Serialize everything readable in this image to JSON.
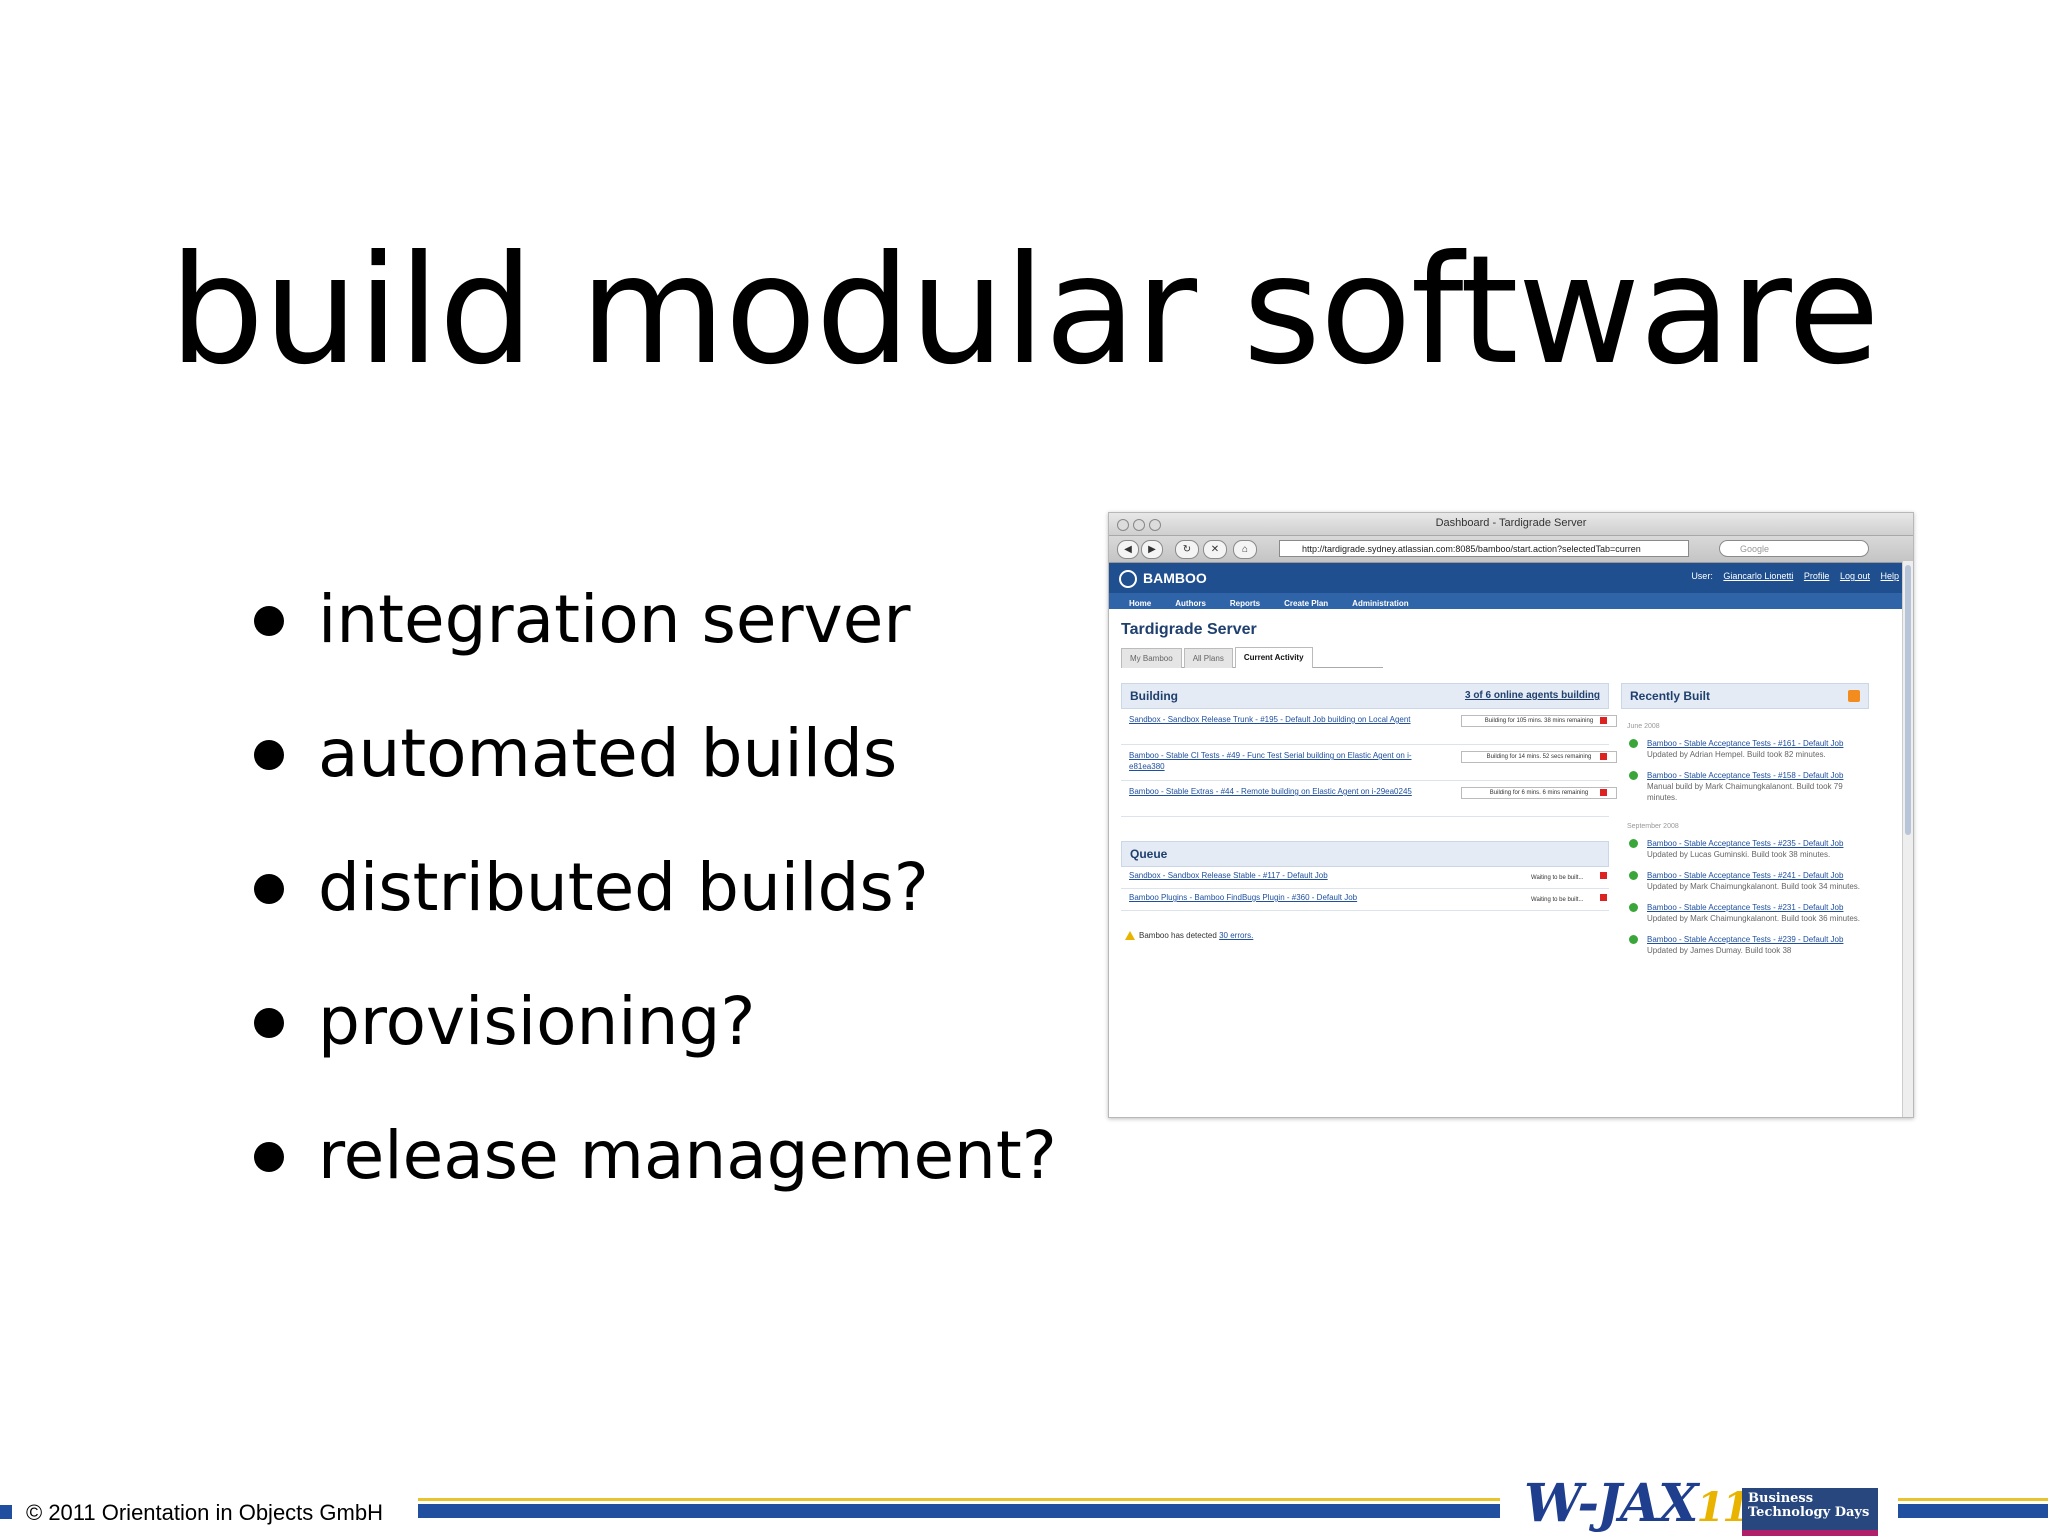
{
  "slide": {
    "title": "build modular software",
    "bullets": [
      "integration server",
      "automated builds",
      "distributed builds?",
      "provisioning?",
      "release management?"
    ]
  },
  "screenshot": {
    "window_title": "Dashboard - Tardigrade Server",
    "url": "http://tardigrade.sydney.atlassian.com:8085/bamboo/start.action?selectedTab=curren",
    "search_placeholder": "Google",
    "app_name": "BAMBOO",
    "user_label": "User:",
    "user_name": "Giancarlo Lionetti",
    "profile_link": "Profile",
    "logout_link": "Log out",
    "help_link": "Help",
    "menu": [
      "Home",
      "Authors",
      "Reports",
      "Create Plan",
      "Administration"
    ],
    "page_heading": "Tardigrade Server",
    "tabs": [
      "My Bamboo",
      "All Plans",
      "Current Activity"
    ],
    "building": {
      "title": "Building",
      "agents_link": "3 of 6 online agents building",
      "rows": [
        {
          "text": "Sandbox - Sandbox Release Trunk - #195 - Default Job building on Local Agent",
          "status": "Building for 105 mins. 38 mins remaining"
        },
        {
          "text": "Bamboo - Stable CI Tests - #49 - Func Test Serial building on Elastic Agent on i-e81ea380",
          "status": "Building for 14 mins. 52 secs remaining"
        },
        {
          "text": "Bamboo - Stable Extras - #44 - Remote building on Elastic Agent on i-29ea0245",
          "status": "Building for 6 mins. 6 mins remaining"
        }
      ]
    },
    "queue": {
      "title": "Queue",
      "rows": [
        {
          "text": "Sandbox - Sandbox Release Stable - #117 - Default Job",
          "status": "Waiting to be built..."
        },
        {
          "text": "Bamboo Plugins - Bamboo FindBugs Plugin - #360 - Default Job",
          "status": "Waiting to be built..."
        }
      ]
    },
    "warning": {
      "prefix": "Bamboo has detected",
      "link": "30 errors."
    },
    "recent": {
      "title": "Recently Built",
      "groups": [
        {
          "label": "June 2008",
          "items": [
            {
              "link": "Bamboo - Stable Acceptance Tests - #161 - Default Job",
              "note": "Updated by Adrian Hempel. Build took 82 minutes."
            },
            {
              "link": "Bamboo - Stable Acceptance Tests - #158 - Default Job",
              "note": "Manual build by Mark Chaimungkalanont. Build took 79 minutes."
            }
          ]
        },
        {
          "label": "September 2008",
          "items": [
            {
              "link": "Bamboo - Stable Acceptance Tests - #235 - Default Job",
              "note": "Updated by Lucas Guminski. Build took 38 minutes."
            },
            {
              "link": "Bamboo - Stable Acceptance Tests - #241 - Default Job",
              "note": "Updated by Mark Chaimungkalanont. Build took 34 minutes."
            },
            {
              "link": "Bamboo - Stable Acceptance Tests - #231 - Default Job",
              "note": "Updated by Mark Chaimungkalanont. Build took 36 minutes."
            },
            {
              "link": "Bamboo - Stable Acceptance Tests - #239 - Default Job",
              "note": "Updated by James Dumay. Build took 38"
            }
          ]
        }
      ]
    }
  },
  "footer": {
    "copyright": "© 2011 Orientation in Objects GmbH",
    "logo_wjax": "W-JAX",
    "logo_wjax_year": "11",
    "logo_btd": "Business Technology Days"
  },
  "colors": {
    "accent_blue": "#1f4f9e",
    "accent_yellow": "#e8c32e"
  }
}
